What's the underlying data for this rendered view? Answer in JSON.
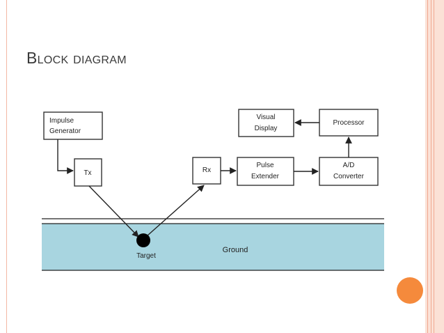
{
  "slide": {
    "title": "Block diagram",
    "accent_color": "#f58a3c",
    "border_color": "#f3b8a4"
  },
  "diagram": {
    "blocks": {
      "impulse_generator": [
        "Impulse",
        "Generator"
      ],
      "tx": [
        "Tx"
      ],
      "rx": [
        "Rx"
      ],
      "pulse_extender": [
        "Pulse",
        "Extender"
      ],
      "ad_converter": [
        "A/D",
        "Converter"
      ],
      "processor": [
        "Processor"
      ],
      "visual_display": [
        "Visual",
        "Display"
      ]
    },
    "target_label": "Target",
    "ground_label": "Ground",
    "ground_color": "#a8d5e0",
    "target_color": "#000000"
  }
}
